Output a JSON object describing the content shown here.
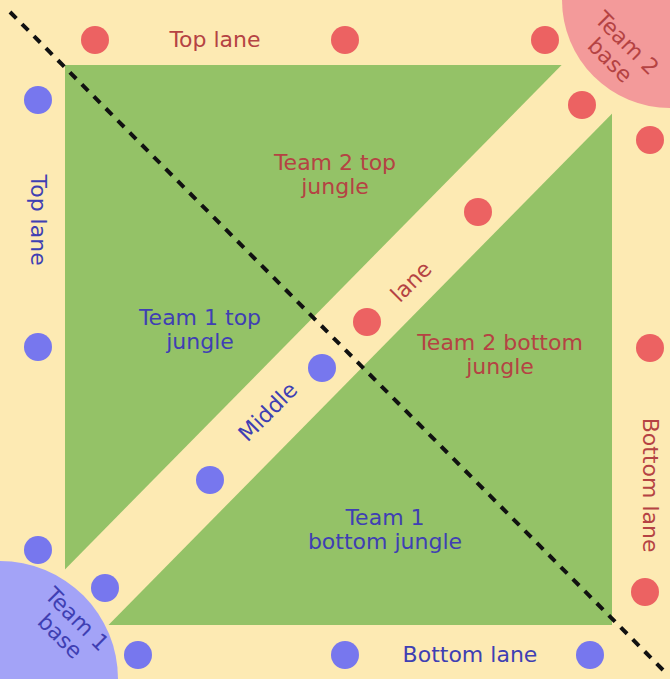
{
  "diagram": {
    "nodes": [
      {
        "text": [
          "Team 2 base"
        ]
      },
      {
        "text": [
          "Team 1 base"
        ]
      }
    ],
    "labels": [
      "Top lane",
      "Top lane",
      "Team 2 top jungle",
      "lane",
      "Team 1 top jungle",
      "Team 2 bottom jungle",
      "Middle",
      "Team 1 bottom jungle",
      "Bottom lane",
      "Bottom lane"
    ]
  }
}
